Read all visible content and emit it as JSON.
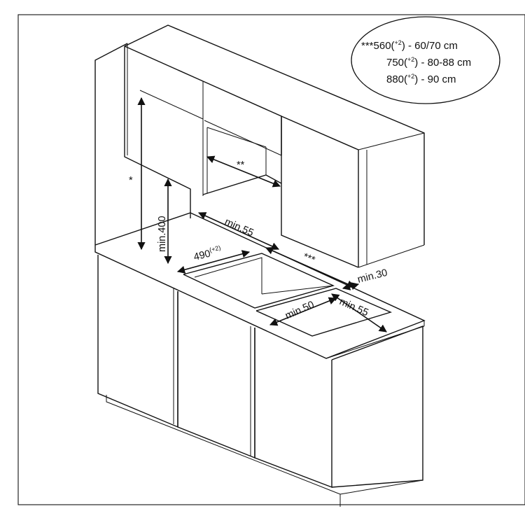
{
  "legend": {
    "rows": [
      {
        "marker": "***",
        "base": "560",
        "tol": "+2",
        "range": " - 60/70 cm"
      },
      {
        "marker": "",
        "base": "750",
        "tol": "+2",
        "range": " - 80-88 cm"
      },
      {
        "marker": "",
        "base": "880",
        "tol": "+2",
        "range": " - 90 cm"
      }
    ]
  },
  "dimensions": {
    "upper_height": "*",
    "hood_gap": "**",
    "min_400": "min.400",
    "min_55_top": "min.55",
    "cutout_width": "490",
    "cutout_tol": "(+2)",
    "cutout_depth": "***",
    "min_30": "min.30",
    "min_50": "min.50",
    "min_55_right": "min.55"
  }
}
